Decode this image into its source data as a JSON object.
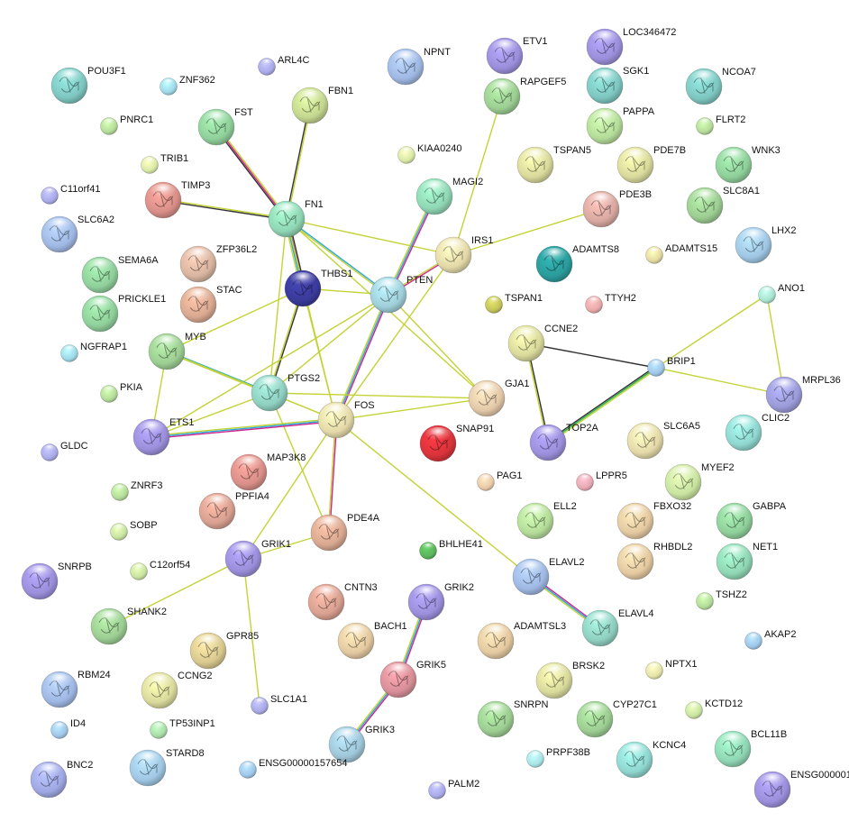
{
  "colors": {
    "textmining": "#c3d335",
    "coexpression": "#333333",
    "database": "#2ba8d9",
    "experimental": "#d0248d",
    "neighborhood": "#26b24b"
  },
  "nodes": [
    {
      "id": "POU3F1",
      "label": "POU3F1",
      "color": "#7ec6c0",
      "size": "large",
      "structure": true
    },
    {
      "id": "ZNF362",
      "label": "ZNF362",
      "color": "#9fd8e8",
      "size": "small"
    },
    {
      "id": "ARL4C",
      "label": "ARL4C",
      "color": "#a9a9e8",
      "size": "small"
    },
    {
      "id": "NPNT",
      "label": "NPNT",
      "color": "#9fb8e3",
      "size": "large",
      "structure": true
    },
    {
      "id": "ETV1",
      "label": "ETV1",
      "color": "#9b8fdb",
      "size": "large",
      "structure": true
    },
    {
      "id": "LOC346472",
      "label": "LOC346472",
      "color": "#9b8fdb",
      "size": "large",
      "structure": true
    },
    {
      "id": "SGK1",
      "label": "SGK1",
      "color": "#7ec6c0",
      "size": "large",
      "structure": true
    },
    {
      "id": "NCOA7",
      "label": "NCOA7",
      "color": "#7ec6c0",
      "size": "large",
      "structure": true
    },
    {
      "id": "FBN1",
      "label": "FBN1",
      "color": "#c3d68f",
      "size": "large",
      "structure": true
    },
    {
      "id": "RAPGEF5",
      "label": "RAPGEF5",
      "color": "#9ccd92",
      "size": "large",
      "structure": true
    },
    {
      "id": "FST",
      "label": "FST",
      "color": "#8fcf9a",
      "size": "large",
      "structure": true
    },
    {
      "id": "PNRC1",
      "label": "PNRC1",
      "color": "#b4dc99",
      "size": "small"
    },
    {
      "id": "PAPPA",
      "label": "PAPPA",
      "color": "#b4dc99",
      "size": "large",
      "structure": true
    },
    {
      "id": "FLRT2",
      "label": "FLRT2",
      "color": "#b4dc99",
      "size": "small"
    },
    {
      "id": "TRIB1",
      "label": "TRIB1",
      "color": "#d8e8a5",
      "size": "small"
    },
    {
      "id": "KIAA0240",
      "label": "KIAA0240",
      "color": "#d8e8a5",
      "size": "small"
    },
    {
      "id": "TSPAN5",
      "label": "TSPAN5",
      "color": "#d8d99b",
      "size": "large",
      "structure": true
    },
    {
      "id": "PDE7B",
      "label": "PDE7B",
      "color": "#d8d99b",
      "size": "large",
      "structure": true
    },
    {
      "id": "WNK3",
      "label": "WNK3",
      "color": "#8fcf9a",
      "size": "large",
      "structure": true
    },
    {
      "id": "C11orf41",
      "label": "C11orf41",
      "color": "#a9a9e8",
      "size": "small"
    },
    {
      "id": "TIMP3",
      "label": "TIMP3",
      "color": "#d88f88",
      "size": "large",
      "structure": true
    },
    {
      "id": "FN1",
      "label": "FN1",
      "color": "#8fd6b4",
      "size": "large",
      "structure": true
    },
    {
      "id": "MAGI2",
      "label": "MAGI2",
      "color": "#8fd6b4",
      "size": "large",
      "structure": true
    },
    {
      "id": "PDE3B",
      "label": "PDE3B",
      "color": "#d8a8a0",
      "size": "large",
      "structure": true
    },
    {
      "id": "SLC8A1",
      "label": "SLC8A1",
      "color": "#9ccd92",
      "size": "large",
      "structure": true
    },
    {
      "id": "SLC6A2",
      "label": "SLC6A2",
      "color": "#9fb8e3",
      "size": "large",
      "structure": true
    },
    {
      "id": "LHX2",
      "label": "LHX2",
      "color": "#9fc6e3",
      "size": "large",
      "structure": true
    },
    {
      "id": "ZFP36L2",
      "label": "ZFP36L2",
      "color": "#d8b4a0",
      "size": "large",
      "structure": true
    },
    {
      "id": "IRS1",
      "label": "IRS1",
      "color": "#e3d8a8",
      "size": "large",
      "structure": true
    },
    {
      "id": "SEMA6A",
      "label": "SEMA6A",
      "color": "#8fcf9a",
      "size": "large",
      "structure": true
    },
    {
      "id": "THBS1",
      "label": "THBS1",
      "color": "#3b3b9b",
      "size": "large",
      "structure": true
    },
    {
      "id": "ADAMTS8",
      "label": "ADAMTS8",
      "color": "#2b9b9b",
      "size": "large",
      "structure": true
    },
    {
      "id": "ADAMTS15",
      "label": "ADAMTS15",
      "color": "#e3d8a0",
      "size": "small"
    },
    {
      "id": "STAC",
      "label": "STAC",
      "color": "#d8a890",
      "size": "large",
      "structure": true
    },
    {
      "id": "PTEN",
      "label": "PTEN",
      "color": "#9fcfd8",
      "size": "large",
      "structure": true
    },
    {
      "id": "PRICKLE1",
      "label": "PRICKLE1",
      "color": "#8fcf9a",
      "size": "large",
      "structure": true
    },
    {
      "id": "ANO1",
      "label": "ANO1",
      "color": "#a8e3cf",
      "size": "small"
    },
    {
      "id": "TSPAN1",
      "label": "TSPAN1",
      "color": "#c3c35a",
      "size": "small"
    },
    {
      "id": "TTYH2",
      "label": "TTYH2",
      "color": "#e8a8a8",
      "size": "small"
    },
    {
      "id": "MYB",
      "label": "MYB",
      "color": "#9ccd92",
      "size": "large",
      "structure": true
    },
    {
      "id": "CCNE2",
      "label": "CCNE2",
      "color": "#d8d99b",
      "size": "large",
      "structure": true
    },
    {
      "id": "NGFRAP1",
      "label": "NGFRAP1",
      "color": "#9fd8e8",
      "size": "small"
    },
    {
      "id": "BRIP1",
      "label": "BRIP1",
      "color": "#9fc6e8",
      "size": "small"
    },
    {
      "id": "PTGS2",
      "label": "PTGS2",
      "color": "#8fcfc0",
      "size": "large",
      "structure": true
    },
    {
      "id": "MRPL36",
      "label": "MRPL36",
      "color": "#9b9bd8",
      "size": "large",
      "structure": true
    },
    {
      "id": "PKIA",
      "label": "PKIA",
      "color": "#b4dc99",
      "size": "small"
    },
    {
      "id": "FOS",
      "label": "FOS",
      "color": "#e3d8a8",
      "size": "large",
      "structure": true
    },
    {
      "id": "GJA1",
      "label": "GJA1",
      "color": "#e3c8a8",
      "size": "large",
      "structure": true
    },
    {
      "id": "CLIC2",
      "label": "CLIC2",
      "color": "#8fd6cf",
      "size": "large",
      "structure": true
    },
    {
      "id": "ETS1",
      "label": "ETS1",
      "color": "#9b8fdb",
      "size": "large",
      "structure": true
    },
    {
      "id": "SNAP91",
      "label": "SNAP91",
      "color": "#d8333b",
      "size": "large",
      "structure": true
    },
    {
      "id": "TOP2A",
      "label": "TOP2A",
      "color": "#9b8fdb",
      "size": "large",
      "structure": true
    },
    {
      "id": "SLC6A5",
      "label": "SLC6A5",
      "color": "#e3d8a8",
      "size": "large",
      "structure": true
    },
    {
      "id": "GLDC",
      "label": "GLDC",
      "color": "#a9a9e8",
      "size": "small"
    },
    {
      "id": "MAP3K8",
      "label": "MAP3K8",
      "color": "#d88f88",
      "size": "large",
      "structure": true
    },
    {
      "id": "PAG1",
      "label": "PAG1",
      "color": "#e8c8a8",
      "size": "small"
    },
    {
      "id": "LPPR5",
      "label": "LPPR5",
      "color": "#e8a8b4",
      "size": "small"
    },
    {
      "id": "MYEF2",
      "label": "MYEF2",
      "color": "#c8e3a0",
      "size": "large",
      "structure": true
    },
    {
      "id": "PPFIA4",
      "label": "PPFIA4",
      "color": "#d8a090",
      "size": "large",
      "structure": true
    },
    {
      "id": "ZNRF3",
      "label": "ZNRF3",
      "color": "#b4dc99",
      "size": "small"
    },
    {
      "id": "ELL2",
      "label": "ELL2",
      "color": "#b4dc99",
      "size": "large",
      "structure": true
    },
    {
      "id": "FBXO32",
      "label": "FBXO32",
      "color": "#e3c8a0",
      "size": "large",
      "structure": true
    },
    {
      "id": "GABPA",
      "label": "GABPA",
      "color": "#8fcf9a",
      "size": "large",
      "structure": true
    },
    {
      "id": "PDE4A",
      "label": "PDE4A",
      "color": "#d8a890",
      "size": "large",
      "structure": true
    },
    {
      "id": "SOBP",
      "label": "SOBP",
      "color": "#c8e3a0",
      "size": "small"
    },
    {
      "id": "BHLHE41",
      "label": "BHLHE41",
      "color": "#5ab45a",
      "size": "small"
    },
    {
      "id": "RHBDL2",
      "label": "RHBDL2",
      "color": "#e3c8a0",
      "size": "large",
      "structure": true
    },
    {
      "id": "NET1",
      "label": "NET1",
      "color": "#8fd6b4",
      "size": "large",
      "structure": true
    },
    {
      "id": "SNRPB",
      "label": "SNRPB",
      "color": "#9b8fdb",
      "size": "large",
      "structure": true
    },
    {
      "id": "GRIK1",
      "label": "GRIK1",
      "color": "#9b8fdb",
      "size": "large",
      "structure": true
    },
    {
      "id": "C12orf54",
      "label": "C12orf54",
      "color": "#c8e3a0",
      "size": "small"
    },
    {
      "id": "ELAVL2",
      "label": "ELAVL2",
      "color": "#9fb8e3",
      "size": "large",
      "structure": true
    },
    {
      "id": "CNTN3",
      "label": "CNTN3",
      "color": "#d8a090",
      "size": "large",
      "structure": true
    },
    {
      "id": "GRIK2",
      "label": "GRIK2",
      "color": "#9b8fdb",
      "size": "large",
      "structure": true
    },
    {
      "id": "TSHZ2",
      "label": "TSHZ2",
      "color": "#b4dc99",
      "size": "small"
    },
    {
      "id": "SHANK2",
      "label": "SHANK2",
      "color": "#9ccd92",
      "size": "large",
      "structure": true
    },
    {
      "id": "ELAVL4",
      "label": "ELAVL4",
      "color": "#8fcfc0",
      "size": "large",
      "structure": true
    },
    {
      "id": "AKAP2",
      "label": "AKAP2",
      "color": "#9fc6e8",
      "size": "small"
    },
    {
      "id": "GPR85",
      "label": "GPR85",
      "color": "#d8c88f",
      "size": "large",
      "structure": true
    },
    {
      "id": "BACH1",
      "label": "BACH1",
      "color": "#e3c8a0",
      "size": "large",
      "structure": true
    },
    {
      "id": "ADAMTSL3",
      "label": "ADAMTSL3",
      "color": "#e3c8a0",
      "size": "large",
      "structure": true
    },
    {
      "id": "RBM24",
      "label": "RBM24",
      "color": "#9fb8e3",
      "size": "large",
      "structure": true
    },
    {
      "id": "CCNG2",
      "label": "CCNG2",
      "color": "#d8d99b",
      "size": "large",
      "structure": true
    },
    {
      "id": "GRIK5",
      "label": "GRIK5",
      "color": "#d88f98",
      "size": "large",
      "structure": true
    },
    {
      "id": "BRSK2",
      "label": "BRSK2",
      "color": "#d8d99b",
      "size": "large",
      "structure": true
    },
    {
      "id": "NPTX1",
      "label": "NPTX1",
      "color": "#e3e3a8",
      "size": "small"
    },
    {
      "id": "SLC1A1",
      "label": "SLC1A1",
      "color": "#a9a9e8",
      "size": "small"
    },
    {
      "id": "ID4",
      "label": "ID4",
      "color": "#9fc6e8",
      "size": "small"
    },
    {
      "id": "TP53INP1",
      "label": "TP53INP1",
      "color": "#a8dca8",
      "size": "small"
    },
    {
      "id": "SNRPN",
      "label": "SNRPN",
      "color": "#9ccd92",
      "size": "large",
      "structure": true
    },
    {
      "id": "CYP27C1",
      "label": "CYP27C1",
      "color": "#9ccd92",
      "size": "large",
      "structure": true
    },
    {
      "id": "KCTD12",
      "label": "KCTD12",
      "color": "#c8e3a0",
      "size": "small"
    },
    {
      "id": "BCL11B",
      "label": "BCL11B",
      "color": "#8fd6b4",
      "size": "large",
      "structure": true
    },
    {
      "id": "STARD8",
      "label": "STARD8",
      "color": "#9fc6e3",
      "size": "large",
      "structure": true
    },
    {
      "id": "GRIK3",
      "label": "GRIK3",
      "color": "#9fc6d8",
      "size": "large",
      "structure": true
    },
    {
      "id": "PRPF38B",
      "label": "PRPF38B",
      "color": "#a8e3e3",
      "size": "small"
    },
    {
      "id": "KCNC4",
      "label": "KCNC4",
      "color": "#8fd6cf",
      "size": "large",
      "structure": true
    },
    {
      "id": "BNC2",
      "label": "BNC2",
      "color": "#9fa8e3",
      "size": "large",
      "structure": true
    },
    {
      "id": "ENSG00000157654",
      "label": "ENSG00000157654",
      "color": "#9fc6e8",
      "size": "small"
    },
    {
      "id": "PALM2",
      "label": "PALM2",
      "color": "#a9a9e8",
      "size": "small"
    },
    {
      "id": "ENSG000001",
      "label": "ENSG000001",
      "color": "#9b8fdb",
      "size": "large",
      "structure": true
    }
  ],
  "edges": [
    {
      "source": "FN1",
      "target": "FBN1",
      "types": [
        "coexpression",
        "textmining"
      ]
    },
    {
      "source": "FN1",
      "target": "FST",
      "types": [
        "coexpression",
        "experimental",
        "textmining"
      ]
    },
    {
      "source": "FN1",
      "target": "TIMP3",
      "types": [
        "coexpression",
        "textmining"
      ]
    },
    {
      "source": "FN1",
      "target": "THBS1",
      "types": [
        "coexpression",
        "experimental",
        "database",
        "textmining"
      ]
    },
    {
      "source": "FN1",
      "target": "PTEN",
      "types": [
        "database",
        "textmining"
      ]
    },
    {
      "source": "FN1",
      "target": "IRS1",
      "types": [
        "textmining"
      ]
    },
    {
      "source": "FN1",
      "target": "PTGS2",
      "types": [
        "textmining"
      ]
    },
    {
      "source": "FN1",
      "target": "FOS",
      "types": [
        "textmining"
      ]
    },
    {
      "source": "FN1",
      "target": "GJA1",
      "types": [
        "textmining"
      ]
    },
    {
      "source": "MAGI2",
      "target": "PTEN",
      "types": [
        "experimental",
        "database",
        "textmining"
      ]
    },
    {
      "source": "RAPGEF5",
      "target": "IRS1",
      "types": [
        "textmining"
      ]
    },
    {
      "source": "IRS1",
      "target": "PDE3B",
      "types": [
        "textmining"
      ]
    },
    {
      "source": "IRS1",
      "target": "PTEN",
      "types": [
        "experimental",
        "textmining"
      ]
    },
    {
      "source": "IRS1",
      "target": "FOS",
      "types": [
        "textmining"
      ]
    },
    {
      "source": "THBS1",
      "target": "PTEN",
      "types": [
        "textmining"
      ]
    },
    {
      "source": "THBS1",
      "target": "PTGS2",
      "types": [
        "coexpression",
        "textmining"
      ]
    },
    {
      "source": "THBS1",
      "target": "FOS",
      "types": [
        "textmining"
      ]
    },
    {
      "source": "THBS1",
      "target": "MYB",
      "types": [
        "textmining"
      ]
    },
    {
      "source": "PTEN",
      "target": "PTGS2",
      "types": [
        "textmining"
      ]
    },
    {
      "source": "PTEN",
      "target": "FOS",
      "types": [
        "experimental",
        "database",
        "textmining"
      ]
    },
    {
      "source": "PTEN",
      "target": "GJA1",
      "types": [
        "textmining"
      ]
    },
    {
      "source": "PTEN",
      "target": "ETS1",
      "types": [
        "textmining"
      ]
    },
    {
      "source": "MYB",
      "target": "PTGS2",
      "types": [
        "database",
        "textmining"
      ]
    },
    {
      "source": "MYB",
      "target": "FOS",
      "types": [
        "textmining"
      ]
    },
    {
      "source": "MYB",
      "target": "ETS1",
      "types": [
        "textmining"
      ]
    },
    {
      "source": "PTGS2",
      "target": "FOS",
      "types": [
        "textmining"
      ]
    },
    {
      "source": "PTGS2",
      "target": "ETS1",
      "types": [
        "textmining"
      ]
    },
    {
      "source": "PTGS2",
      "target": "GJA1",
      "types": [
        "textmining"
      ]
    },
    {
      "source": "PTGS2",
      "target": "PDE4A",
      "types": [
        "textmining"
      ]
    },
    {
      "source": "FOS",
      "target": "ETS1",
      "types": [
        "experimental",
        "database",
        "textmining"
      ]
    },
    {
      "source": "FOS",
      "target": "GJA1",
      "types": [
        "textmining"
      ]
    },
    {
      "source": "FOS",
      "target": "PDE4A",
      "types": [
        "experimental",
        "textmining"
      ]
    },
    {
      "source": "FOS",
      "target": "GRIK1",
      "types": [
        "textmining"
      ]
    },
    {
      "source": "FOS",
      "target": "ELAVL2",
      "types": [
        "textmining"
      ]
    },
    {
      "source": "CCNE2",
      "target": "TOP2A",
      "types": [
        "coexpression",
        "textmining"
      ]
    },
    {
      "source": "CCNE2",
      "target": "BRIP1",
      "types": [
        "coexpression"
      ]
    },
    {
      "source": "TOP2A",
      "target": "BRIP1",
      "types": [
        "coexpression",
        "neighborhood",
        "textmining"
      ]
    },
    {
      "source": "BRIP1",
      "target": "MRPL36",
      "types": [
        "textmining"
      ]
    },
    {
      "source": "ANO1",
      "target": "BRIP1",
      "types": [
        "textmining"
      ]
    },
    {
      "source": "ANO1",
      "target": "MRPL36",
      "types": [
        "textmining"
      ]
    },
    {
      "source": "GRIK1",
      "target": "PDE4A",
      "types": [
        "textmining"
      ]
    },
    {
      "source": "GRIK1",
      "target": "SHANK2",
      "types": [
        "textmining"
      ]
    },
    {
      "source": "GRIK1",
      "target": "SLC1A1",
      "types": [
        "textmining"
      ]
    },
    {
      "source": "ELAVL2",
      "target": "ELAVL4",
      "types": [
        "experimental",
        "database",
        "textmining"
      ]
    },
    {
      "source": "GRIK2",
      "target": "GRIK5",
      "types": [
        "experimental",
        "database",
        "textmining"
      ]
    },
    {
      "source": "GRIK5",
      "target": "GRIK3",
      "types": [
        "experimental",
        "database",
        "textmining"
      ]
    }
  ]
}
